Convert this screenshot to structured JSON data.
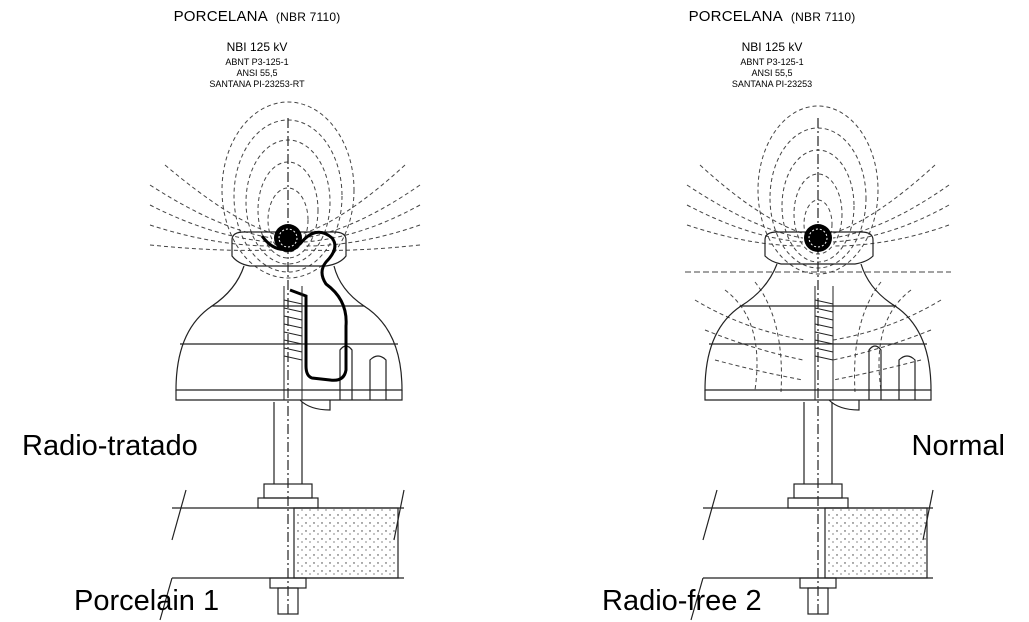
{
  "left": {
    "title": "PORCELANA",
    "standard": "(NBR 7110)",
    "nbi": "NBI 125 kV",
    "specs": [
      "ABNT P3-125-1",
      "ANSI 55,5",
      "SANTANA PI-23253-RT"
    ],
    "type_label": "Radio-tratado",
    "name_label": "Porcelain 1"
  },
  "right": {
    "title": "PORCELANA",
    "standard": "(NBR 7110)",
    "nbi": "NBI 125 kV",
    "specs": [
      "ABNT P3-125-1",
      "ANSI 55,5",
      "SANTANA PI-23253"
    ],
    "type_label": "Normal",
    "name_label": "Radio-free 2"
  },
  "colors": {
    "line": "#222222",
    "dashed": "#444444",
    "background": "#ffffff"
  }
}
